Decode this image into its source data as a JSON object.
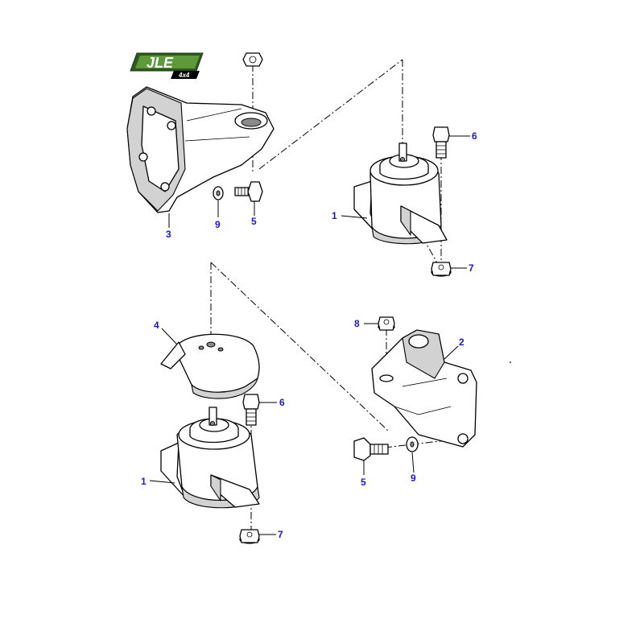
{
  "logo": {
    "brand": "JLE",
    "sub": "4x4",
    "color_dark": "#2e5a1f",
    "color_light": "#9ccf6a"
  },
  "callouts": [
    {
      "id": "c1a",
      "label": "1"
    },
    {
      "id": "c1b",
      "label": "1"
    },
    {
      "id": "c2",
      "label": "2"
    },
    {
      "id": "c3",
      "label": "3"
    },
    {
      "id": "c4",
      "label": "4"
    },
    {
      "id": "c5a",
      "label": "5"
    },
    {
      "id": "c5b",
      "label": "5"
    },
    {
      "id": "c6a",
      "label": "6"
    },
    {
      "id": "c6b",
      "label": "6"
    },
    {
      "id": "c7a",
      "label": "7"
    },
    {
      "id": "c7b",
      "label": "7"
    },
    {
      "id": "c8",
      "label": "8"
    },
    {
      "id": "c9a",
      "label": "9"
    },
    {
      "id": "c9b",
      "label": "9"
    }
  ],
  "colors": {
    "callout": "#1a1ac8",
    "line": "#000000",
    "shade": "#d2d2d2"
  }
}
